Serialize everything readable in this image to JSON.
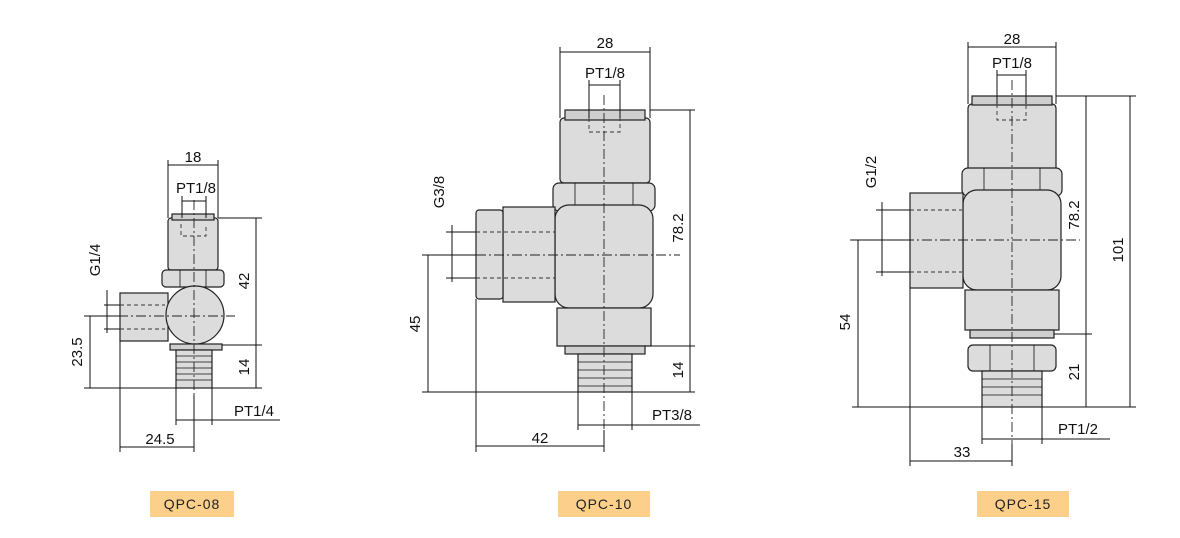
{
  "models": [
    {
      "name": "QPC-08",
      "dims": {
        "top_width": "18",
        "top_port": "PT1/8",
        "side_port": "G1/4",
        "height": "42",
        "port_offset": "23.5",
        "thread_len": "14",
        "bottom_port": "PT1/4",
        "width": "24.5"
      }
    },
    {
      "name": "QPC-10",
      "dims": {
        "top_width": "28",
        "top_port": "PT1/8",
        "side_port": "G3/8",
        "height": "78.2",
        "port_offset": "45",
        "thread_len": "14",
        "bottom_port": "PT3/8",
        "width": "42"
      }
    },
    {
      "name": "QPC-15",
      "dims": {
        "top_width": "28",
        "top_port": "PT1/8",
        "side_port": "G1/2",
        "height": "78.2",
        "overall_height": "101",
        "port_offset": "54",
        "thread_len": "21",
        "bottom_port": "PT1/2",
        "width": "33"
      }
    }
  ],
  "colors": {
    "label_bg": "#fcd08a",
    "line": "#111111",
    "body_fill": "#dcdcdc"
  }
}
